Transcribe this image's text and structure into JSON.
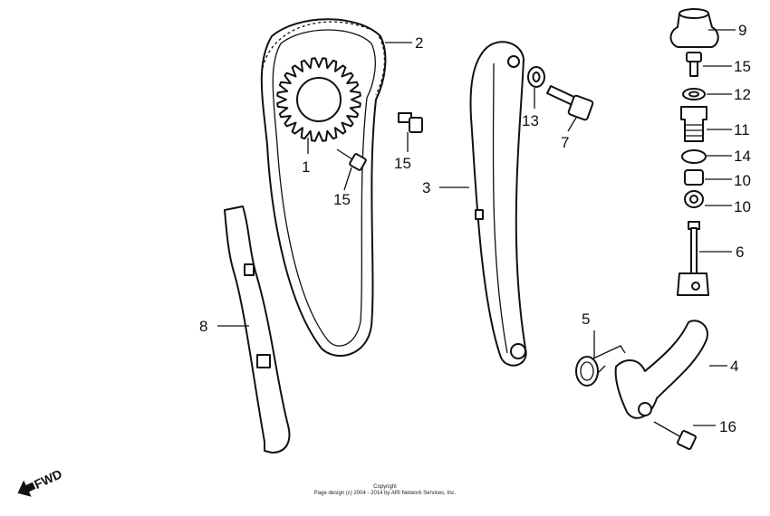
{
  "callouts": {
    "c1": "1",
    "c2": "2",
    "c3": "3",
    "c4": "4",
    "c5": "5",
    "c6": "6",
    "c7": "7",
    "c8": "8",
    "c9": "9",
    "c10a": "10",
    "c10b": "10",
    "c11": "11",
    "c12": "12",
    "c13": "13",
    "c14": "14",
    "c15a": "15",
    "c15b": "15",
    "c15c": "15",
    "c16": "16"
  },
  "fwd_label": "FWD",
  "copyright": {
    "line1": "Copyright",
    "line2": "Page design (c) 2004 - 2014 by ARI Network Services, Inc."
  }
}
